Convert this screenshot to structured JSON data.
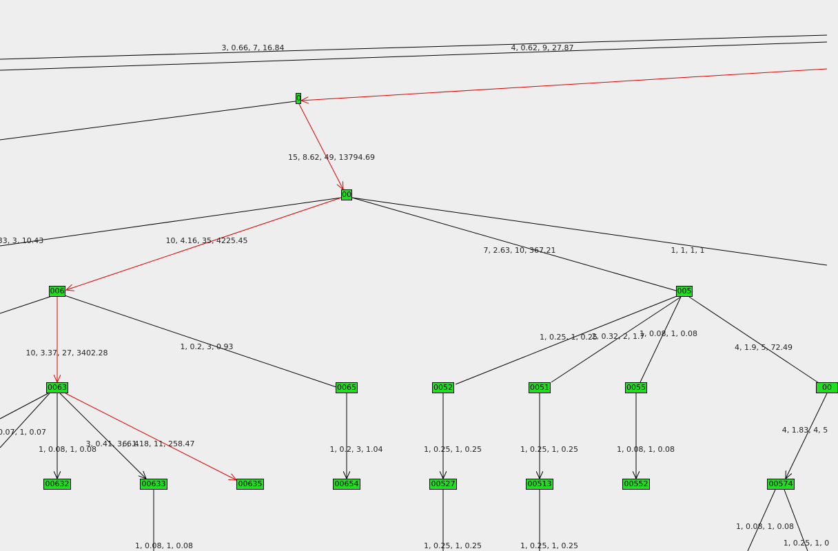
{
  "colors": {
    "background": "#eeeeee",
    "node_fill": "#22dd22",
    "edge_default": "#000000",
    "edge_highlight": "#dd0000"
  },
  "nodes": [
    {
      "id": "n0",
      "label": "0"
    },
    {
      "id": "n00",
      "label": "00"
    },
    {
      "id": "n006",
      "label": "006"
    },
    {
      "id": "n005",
      "label": "005"
    },
    {
      "id": "n0063",
      "label": "0063"
    },
    {
      "id": "n0065",
      "label": "0065"
    },
    {
      "id": "n0052",
      "label": "0052"
    },
    {
      "id": "n0051",
      "label": "0051"
    },
    {
      "id": "n0055",
      "label": "0055"
    },
    {
      "id": "n0057",
      "label": "00"
    },
    {
      "id": "n00632",
      "label": "00632"
    },
    {
      "id": "n00633",
      "label": "00633"
    },
    {
      "id": "n00635",
      "label": "00635"
    },
    {
      "id": "n00654",
      "label": "00654"
    },
    {
      "id": "n00527",
      "label": "00527"
    },
    {
      "id": "n00513",
      "label": "00513"
    },
    {
      "id": "n00552",
      "label": "00552"
    },
    {
      "id": "n00574",
      "label": "00574"
    }
  ],
  "edges": [
    {
      "label": "3, 0.66, 7, 16.84"
    },
    {
      "label": "4, 0.62, 9, 27.87"
    },
    {
      "label": ""
    },
    {
      "label": ""
    },
    {
      "label": "15, 8.62, 49, 13794.69"
    },
    {
      "label": "33, 3, 10.43"
    },
    {
      "label": "10, 4.16, 35, 4225.45"
    },
    {
      "label": "7, 2.63, 10, 367.21"
    },
    {
      "label": "1, 1, 1, 1"
    },
    {
      "label": ""
    },
    {
      "label": "10, 3.37, 27, 3402.28"
    },
    {
      "label": "1, 0.2, 3, 0.93"
    },
    {
      "label": "1, 0.25, 1, 0.25"
    },
    {
      "label": "2, 0.32, 2, 1.7"
    },
    {
      "label": "1, 0.08, 1, 0.08"
    },
    {
      "label": "4, 1.9, 5, 72.49"
    },
    {
      "label": "0.07, 1, 0.07"
    },
    {
      "label": ""
    },
    {
      "label": "1, 0.08, 1, 0.08"
    },
    {
      "label": "3, 0.41, 3, 6.4"
    },
    {
      "label": "6, 1.18, 11, 258.47"
    },
    {
      "label": "1, 0.2, 3, 1.04"
    },
    {
      "label": "1, 0.25, 1, 0.25"
    },
    {
      "label": "1, 0.25, 1, 0.25"
    },
    {
      "label": "1, 0.08, 1, 0.08"
    },
    {
      "label": "4, 1.83, 4, 5"
    },
    {
      "label": "1, 0.08, 1, 0.08"
    },
    {
      "label": "1, 0.25, 1, 0.25"
    },
    {
      "label": "1, 0.25, 1, 0.25"
    },
    {
      "label": "1, 0.08, 1, 0.08"
    },
    {
      "label": "1, 0.25, 1, 0"
    }
  ]
}
